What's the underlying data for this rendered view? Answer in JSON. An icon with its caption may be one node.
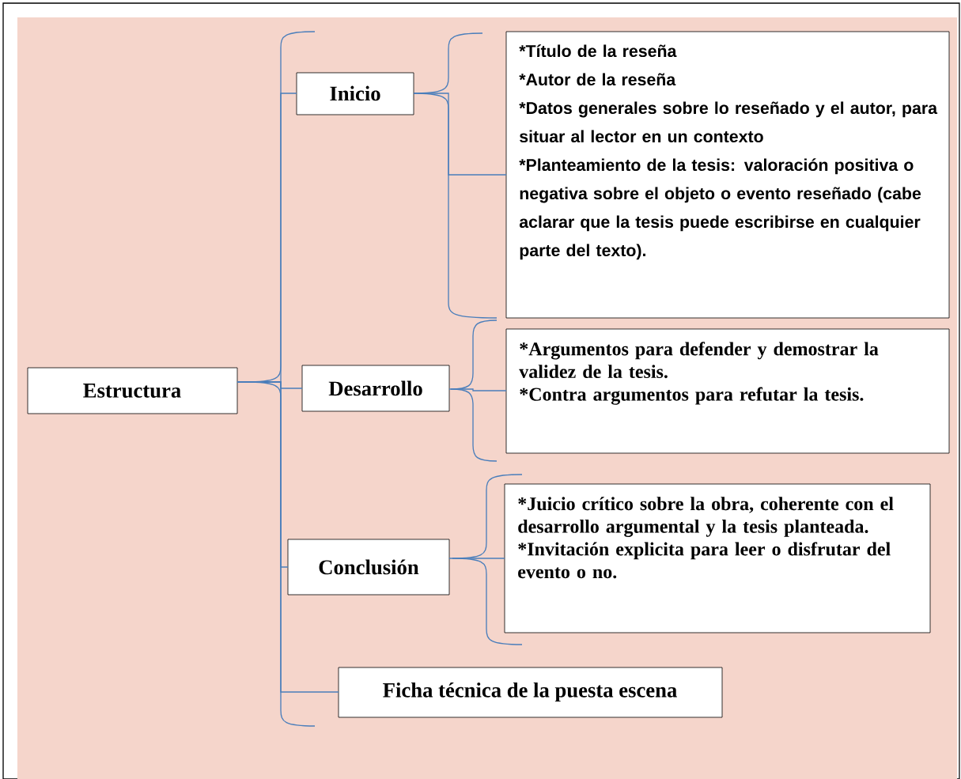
{
  "diagram": {
    "nodes": [
      {
        "text": [
          "Estructura"
        ]
      },
      {
        "text": [
          "Inicio"
        ]
      },
      {
        "text": [
          "*Título de la reseña",
          "*Autor de la reseña",
          "*Datos generales sobre lo reseñado y el autor, para situar al lector en un contexto",
          "*Planteamiento de la tesis: valoración positiva o negativa sobre el objeto o evento reseñado (cabe aclarar que la tesis puede escribirse en cualquier parte del texto)."
        ]
      },
      {
        "text": [
          "Desarrollo"
        ]
      },
      {
        "text": [
          "*Argumentos para defender y demostrar la validez de la tesis.",
          "*Contra argumentos para refutar la tesis."
        ]
      },
      {
        "text": [
          "Conclusión"
        ]
      },
      {
        "text": [
          "*Juicio crítico sobre la obra, coherente con el desarrollo argumental y la tesis planteada.",
          "*Invitación explicita para leer o disfrutar del evento o no."
        ]
      },
      {
        "text": [
          "Ficha técnica de la puesta escena"
        ]
      }
    ],
    "edges": [
      {
        "from": 0,
        "to": 1,
        "arrow": "none"
      },
      {
        "from": 0,
        "to": 3,
        "arrow": "none"
      },
      {
        "from": 0,
        "to": 5,
        "arrow": "none"
      },
      {
        "from": 0,
        "to": 7,
        "arrow": "none"
      },
      {
        "from": 1,
        "to": 2,
        "arrow": "none"
      },
      {
        "from": 3,
        "to": 4,
        "arrow": "none"
      },
      {
        "from": 5,
        "to": 6,
        "arrow": "none"
      }
    ]
  }
}
